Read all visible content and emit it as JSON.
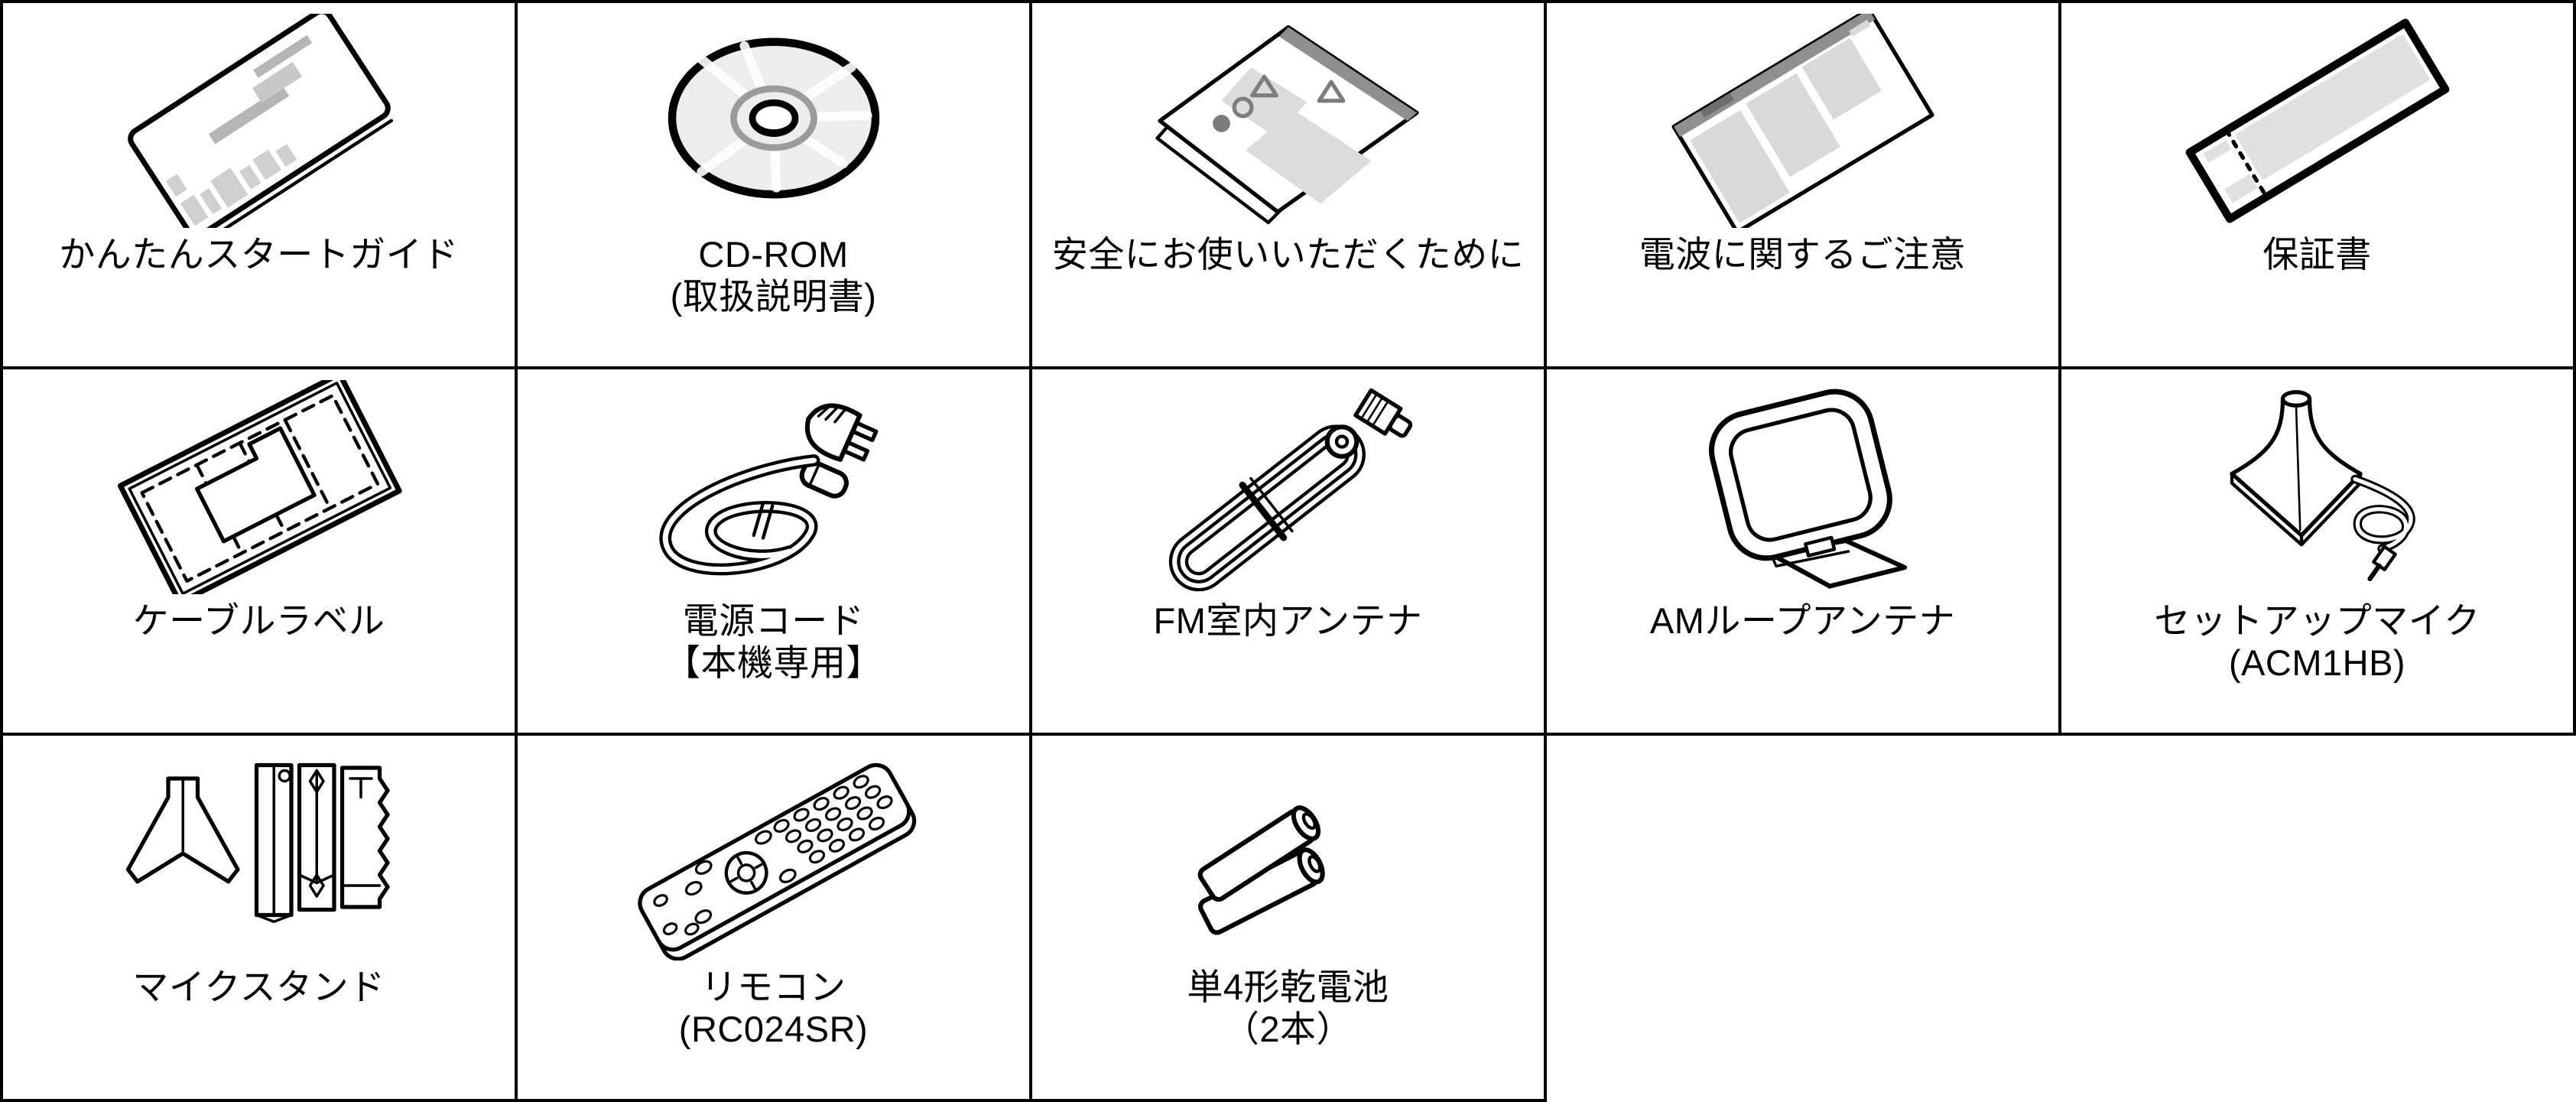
{
  "table": {
    "rows": 3,
    "cols": 5,
    "colors": {
      "border": "#000000",
      "background": "#ffffff",
      "light_gray": "#d9d9d9",
      "mid_gray": "#8f8f8f",
      "symbol_gray": "#7d7d7d"
    },
    "cells": [
      {
        "label": "かんたんスタートガイド",
        "icon": "quick-start-guide"
      },
      {
        "label": "CD-ROM\n(取扱説明書)",
        "icon": "cd-rom-disc"
      },
      {
        "label": "安全にお使いいただくために",
        "icon": "safety-leaflet"
      },
      {
        "label": "電波に関するご注意",
        "icon": "radio-notice-sheet"
      },
      {
        "label": "保証書",
        "icon": "warranty-card"
      },
      {
        "label": "ケーブルラベル",
        "icon": "cable-labels-sheet"
      },
      {
        "label": "電源コード\n【本機専用】",
        "icon": "power-cord"
      },
      {
        "label": "FM室内アンテナ",
        "icon": "fm-indoor-antenna"
      },
      {
        "label": "AMループアンテナ",
        "icon": "am-loop-antenna"
      },
      {
        "label": "セットアップマイク\n(ACM1HB)",
        "icon": "setup-microphone"
      },
      {
        "label": "マイクスタンド",
        "icon": "microphone-stand"
      },
      {
        "label": "リモコン\n(RC024SR)",
        "icon": "remote-control"
      },
      {
        "label": "単4形乾電池\n（2本）",
        "icon": "aaa-batteries"
      }
    ]
  }
}
